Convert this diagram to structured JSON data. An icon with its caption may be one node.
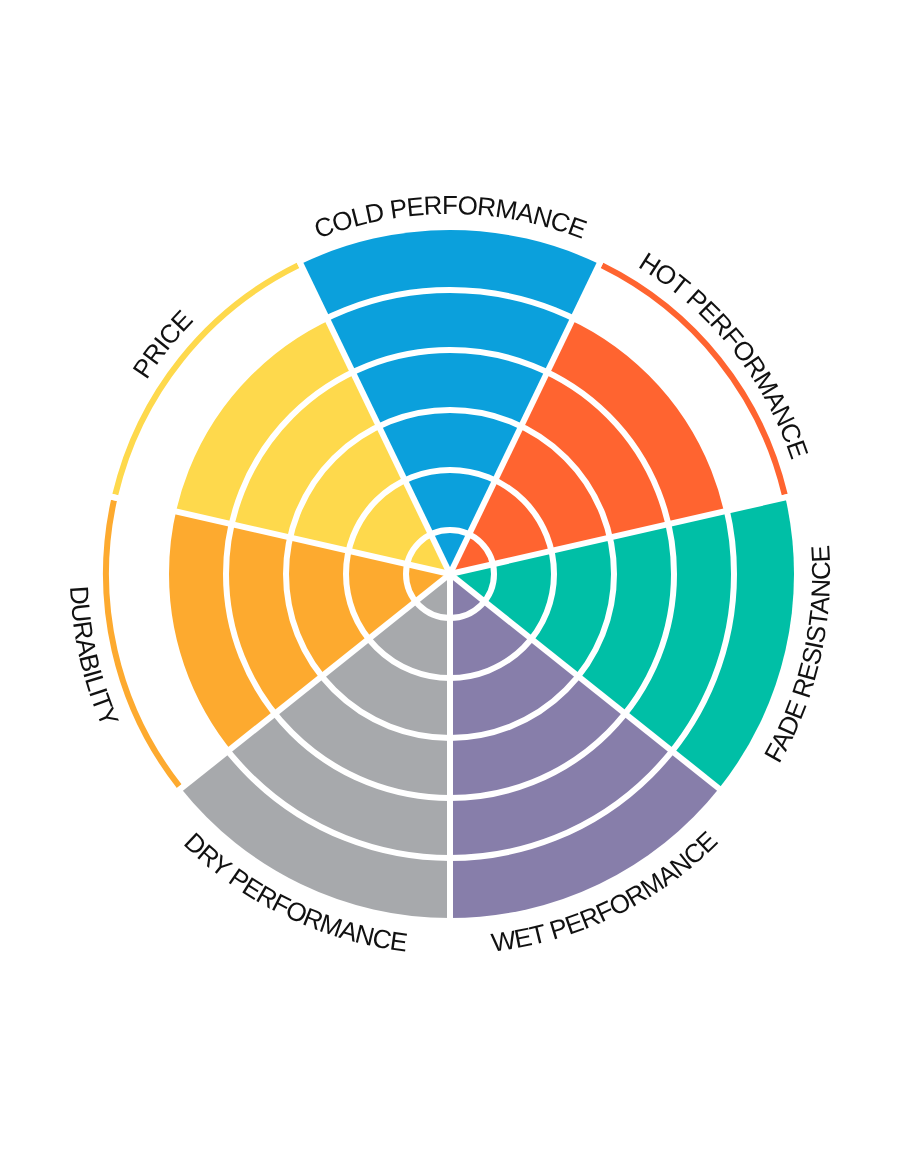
{
  "diagram": {
    "nodes": [
      {
        "text": [
          "COLD PERFORMANCE"
        ]
      },
      {
        "text": [
          "HOT PERFORMANCE"
        ]
      },
      {
        "text": [
          "FADE RESISTANCE"
        ]
      },
      {
        "text": [
          "WET PERFORMANCE"
        ]
      },
      {
        "text": [
          "DRY PERFORMANCE"
        ]
      },
      {
        "text": [
          "DURABILITY"
        ]
      },
      {
        "text": [
          "PRICE"
        ]
      }
    ]
  }
}
